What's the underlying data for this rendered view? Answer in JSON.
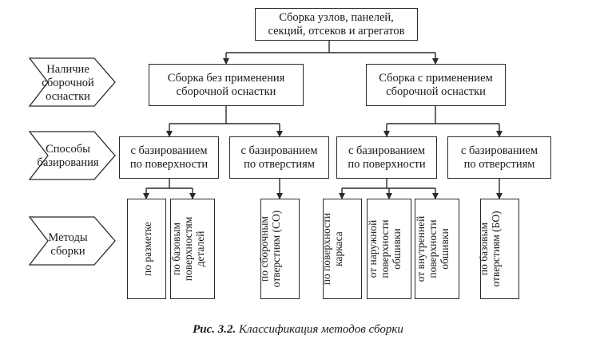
{
  "top": {
    "line1": "Сборка узлов, панелей,",
    "line2": "секций, отсеков и агрегатов"
  },
  "rows": {
    "equipment": [
      "Наличие",
      "сборочной",
      "оснастки"
    ],
    "basing": [
      "Способы",
      "базирования"
    ],
    "methods": [
      "Методы",
      "сборки"
    ]
  },
  "level1": {
    "left": [
      "Сборка без применения",
      "сборочной оснастки"
    ],
    "right": [
      "Сборка с применением",
      "сборочной оснастки"
    ]
  },
  "level2": [
    [
      "с базированием",
      "по поверхности"
    ],
    [
      "с базированием",
      "по отверстиям"
    ],
    [
      "с базированием",
      "по поверхности"
    ],
    [
      "с базированием",
      "по отверстиям"
    ]
  ],
  "level3": [
    [
      "по разметке"
    ],
    [
      "по базовым",
      "поверхностям",
      "деталей"
    ],
    [
      "по сборочным",
      "отверстиям (СО)"
    ],
    [
      "по поверхности",
      "каркаса"
    ],
    [
      "от наружной",
      "поверхности",
      "обшивки"
    ],
    [
      "от внутренней",
      "поверхности",
      "обшивки"
    ],
    [
      "по базовым",
      "отверстиям (БО)"
    ]
  ],
  "caption": {
    "prefix": "Рис. 3.2.",
    "text": " Классификация методов сборки"
  }
}
